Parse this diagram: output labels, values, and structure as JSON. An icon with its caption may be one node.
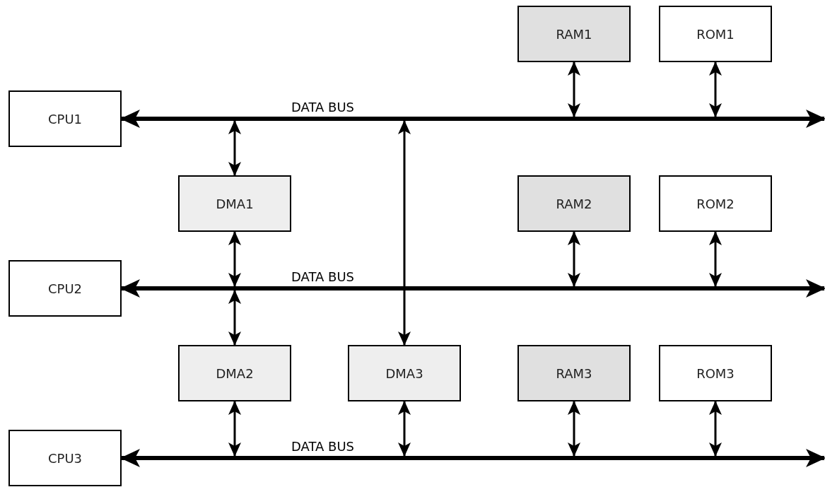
{
  "diagram": {
    "nodes": [
      {
        "text": [
          "RAM1"
        ]
      },
      {
        "text": [
          "ROM1"
        ]
      },
      {
        "text": [
          "CPU1"
        ]
      },
      {
        "text": [],
        "shape": "bar",
        "beside": [
          "DATA BUS"
        ]
      },
      {
        "text": [
          "DMA1"
        ]
      },
      {
        "text": [
          "RAM2"
        ]
      },
      {
        "text": [
          "ROM2"
        ]
      },
      {
        "text": [
          "CPU2"
        ]
      },
      {
        "text": [],
        "shape": "bar",
        "beside": [
          "DATA BUS"
        ]
      },
      {
        "text": [
          "DMA2"
        ]
      },
      {
        "text": [
          "DMA3"
        ]
      },
      {
        "text": [
          "RAM3"
        ]
      },
      {
        "text": [
          "ROM3"
        ]
      },
      {
        "text": [
          "CPU3"
        ]
      },
      {
        "text": [],
        "shape": "bar",
        "beside": [
          "DATA BUS"
        ]
      }
    ],
    "edges": [
      {
        "from": 3,
        "to": 2,
        "arrow": "to",
        "style": "thick"
      },
      {
        "from": 3,
        "to": null,
        "arrow": "to",
        "style": "thick"
      },
      {
        "from": 4,
        "to": 3,
        "arrow": "both"
      },
      {
        "from": 10,
        "to": 3,
        "arrow": "both"
      },
      {
        "from": 0,
        "to": 3,
        "arrow": "both"
      },
      {
        "from": 1,
        "to": 3,
        "arrow": "both"
      },
      {
        "from": 8,
        "to": 7,
        "arrow": "to",
        "style": "thick"
      },
      {
        "from": 8,
        "to": null,
        "arrow": "to",
        "style": "thick"
      },
      {
        "from": 4,
        "to": 8,
        "arrow": "both"
      },
      {
        "from": 9,
        "to": 8,
        "arrow": "both"
      },
      {
        "from": 5,
        "to": 8,
        "arrow": "both"
      },
      {
        "from": 6,
        "to": 8,
        "arrow": "both"
      },
      {
        "from": 14,
        "to": 13,
        "arrow": "to",
        "style": "thick"
      },
      {
        "from": 14,
        "to": null,
        "arrow": "to",
        "style": "thick"
      },
      {
        "from": 9,
        "to": 14,
        "arrow": "both"
      },
      {
        "from": 10,
        "to": 14,
        "arrow": "both"
      },
      {
        "from": 11,
        "to": 14,
        "arrow": "both"
      },
      {
        "from": 12,
        "to": 14,
        "arrow": "both"
      }
    ]
  }
}
